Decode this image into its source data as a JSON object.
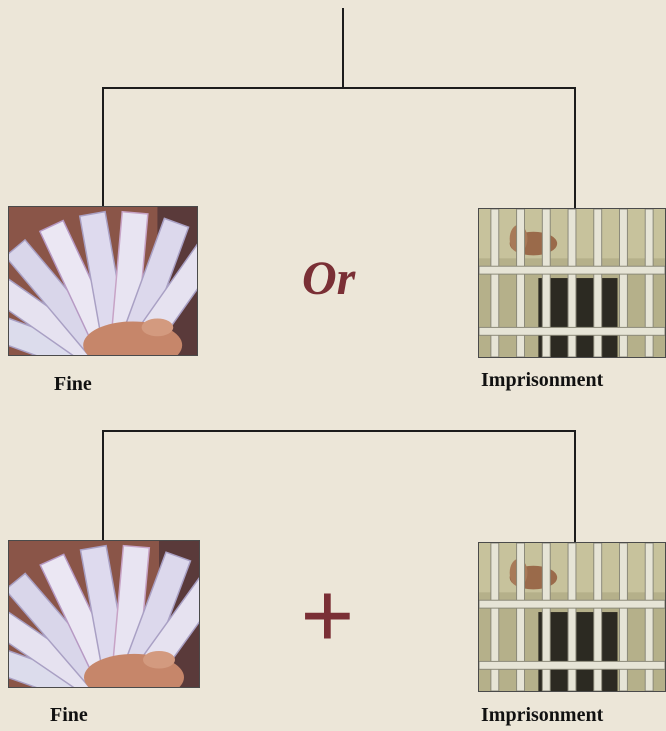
{
  "upper_group": {
    "connector": "Or",
    "left": {
      "label": "Fine",
      "icon": "money-fan-icon"
    },
    "right": {
      "label": "Imprisonment",
      "icon": "jail-bars-icon"
    }
  },
  "lower_group": {
    "connector": "+",
    "left": {
      "label": "Fine",
      "icon": "money-fan-icon"
    },
    "right": {
      "label": "Imprisonment",
      "icon": "jail-bars-icon"
    }
  },
  "colors": {
    "background": "#ece6d8",
    "connector": "#7a2f35",
    "lines": "#1c1c1c"
  }
}
